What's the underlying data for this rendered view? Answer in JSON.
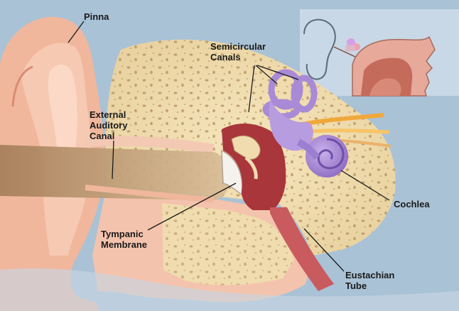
{
  "labels": {
    "pinna": [
      "Pinna"
    ],
    "semicircular_canals": [
      "Semicircular",
      "Canals"
    ],
    "external_auditory_canal": [
      "External",
      "Auditory",
      "Canal"
    ],
    "cochlea": [
      "Cochlea"
    ],
    "tympanic_membrane": [
      "Tympanic",
      "Membrane"
    ],
    "eustachian_tube": [
      "Eustachian",
      "Tube"
    ]
  },
  "colors": {
    "background": "#a9c2d6",
    "skin": "#f2bfa6",
    "skin_shadow": "#d98c73",
    "bone": "#f0dcae",
    "canal": "#c4a27c",
    "inner_ear": "#a98ad6",
    "middle_ear": "#a8363b",
    "nerve": "#f0a83c"
  }
}
